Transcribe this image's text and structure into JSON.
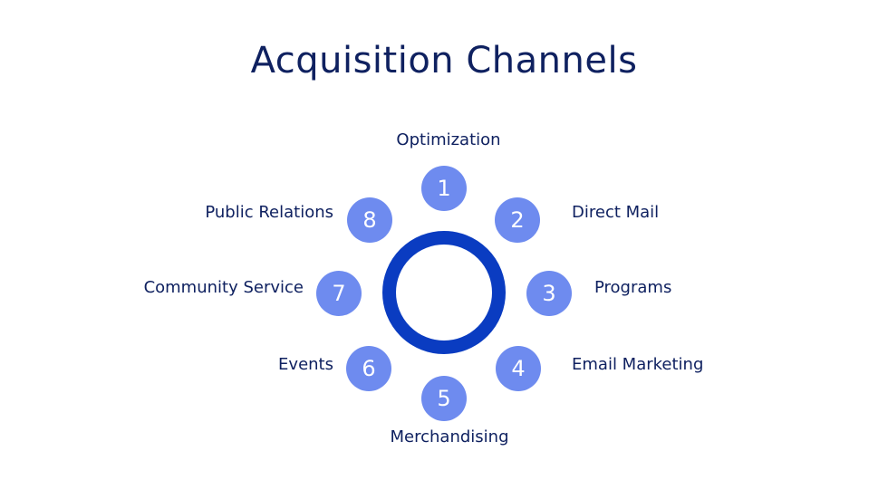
{
  "title": "Acquisition Channels",
  "colors": {
    "title": "#0f2160",
    "ring": "#0a3cc1",
    "node": "#6e8bef",
    "label": "#0f2160"
  },
  "channels": [
    {
      "number": "1",
      "label": "Optimization"
    },
    {
      "number": "2",
      "label": "Direct Mail"
    },
    {
      "number": "3",
      "label": "Programs"
    },
    {
      "number": "4",
      "label": "Email Marketing"
    },
    {
      "number": "5",
      "label": "Merchandising"
    },
    {
      "number": "6",
      "label": "Events"
    },
    {
      "number": "7",
      "label": "Community Service"
    },
    {
      "number": "8",
      "label": "Public Relations"
    }
  ]
}
